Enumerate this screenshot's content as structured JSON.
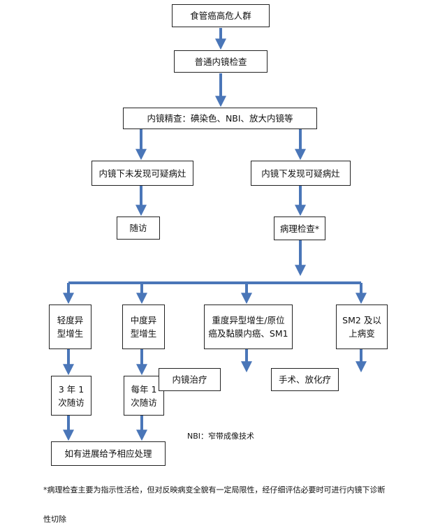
{
  "colors": {
    "arrow": "#4a76b8",
    "border": "#222222",
    "background": "#ffffff"
  },
  "nodes": {
    "start": "食管癌高危人群",
    "endoscopy": "普通内镜检查",
    "fine_endoscopy": "内镜精查：碘染色、NBI、放大内镜等",
    "no_lesion": "内镜下未发现可疑病灶",
    "lesion": "内镜下发现可疑病灶",
    "follow_up": "随访",
    "pathology": "病理检查*",
    "mild": "轻度异\n型增生",
    "moderate": "中度异\n型增生",
    "severe": "重度异型增生/原位\n癌及黏膜内癌、SM1",
    "sm2": "SM2 及以\n上病变",
    "mild_follow": "3 年 1\n次随访",
    "moderate_follow": "每年 1\n次随访",
    "endo_treatment": "内镜治疗",
    "surgery": "手术、放化疗",
    "progress": "如有进展给予相应处理"
  },
  "notes": {
    "nbi": "NBI：窄带成像技术",
    "footnote_line1": "*病理检查主要为指示性活检，但对反映病变全貌有一定局限性，经仔细评估必要时可进行内镜下诊断",
    "footnote_line2": "性切除"
  }
}
